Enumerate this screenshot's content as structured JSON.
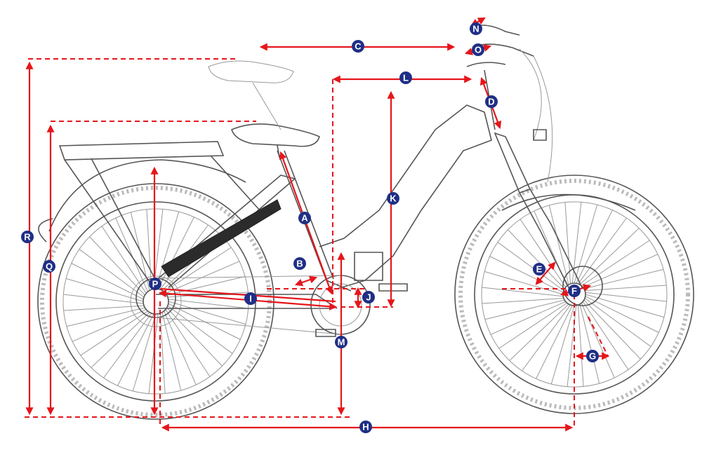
{
  "colors": {
    "dimension": "#e5161b",
    "marker": "#1f2f86",
    "marker_text": "#ffffff",
    "line_art": "#555555"
  },
  "markers": {
    "A": "A",
    "B": "B",
    "C": "C",
    "D": "D",
    "E": "E",
    "F": "F",
    "G": "G",
    "H": "H",
    "I": "I",
    "J": "J",
    "K": "K",
    "L": "L",
    "M": "M",
    "N": "N",
    "O": "O",
    "P": "P",
    "Q": "Q",
    "R": "R"
  }
}
